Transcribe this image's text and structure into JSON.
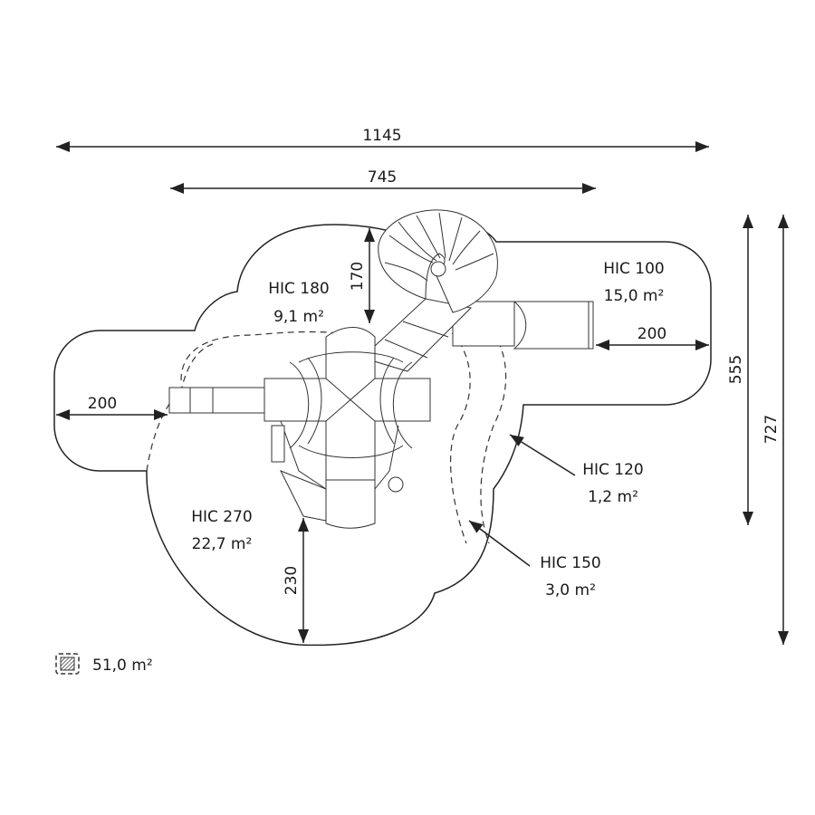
{
  "dimensions": {
    "total_width": "1145",
    "inner_width": "745",
    "total_depth": "727",
    "inner_depth": "555",
    "top_clearance": "170",
    "bottom_clearance": "230",
    "left_clearance": "200",
    "right_clearance": "200"
  },
  "zones": [
    {
      "hic": "HIC 180",
      "area": "9,1 m²"
    },
    {
      "hic": "HIC 100",
      "area": "15,0 m²"
    },
    {
      "hic": "HIC 120",
      "area": "1,2 m²"
    },
    {
      "hic": "HIC 270",
      "area": "22,7 m²"
    },
    {
      "hic": "HIC 150",
      "area": "3,0 m²"
    }
  ],
  "legend": {
    "icon": "hatched-area-icon",
    "total_area": "51,0 m²"
  }
}
